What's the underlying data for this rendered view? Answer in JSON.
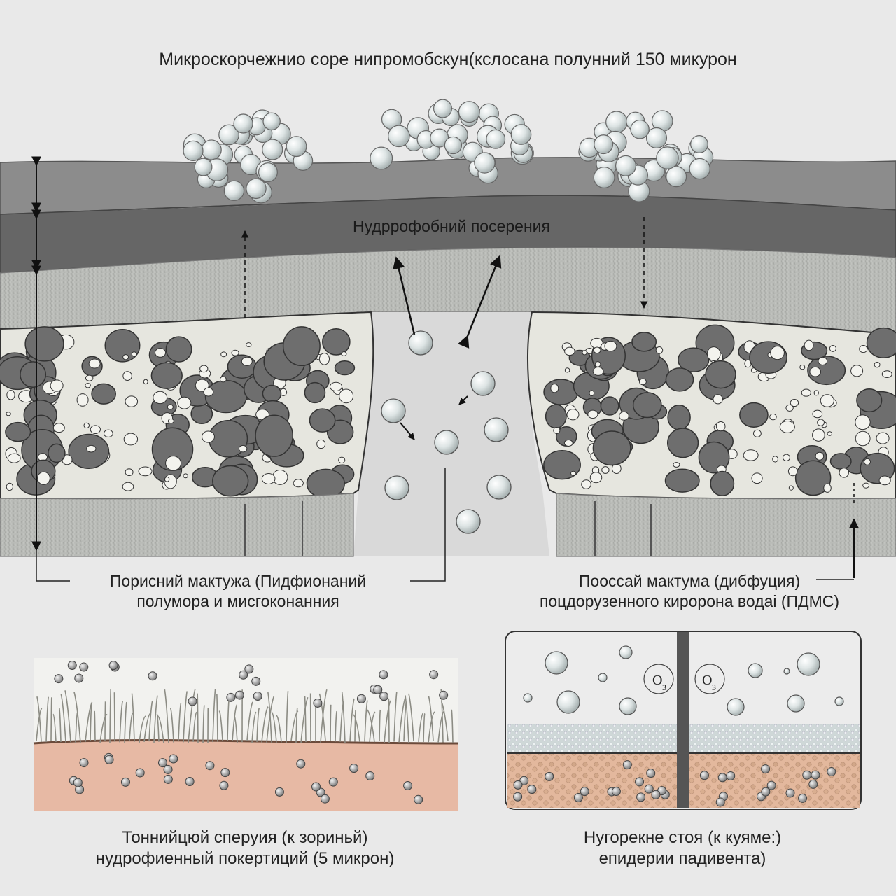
{
  "labels": {
    "title": "Микроскорчежнио соре нипромобскун(кслосана полунний 150 микурон",
    "hydrophobic_layer": "Нудррофобний посерения",
    "left_matrix_line1": "Порисний мактужа (Пидфионаний",
    "left_matrix_line2": "полумора и мисгоконанния",
    "right_matrix_line1": "Пооссай мактума (дибфуция)",
    "right_matrix_line2": "поцдорузенного киророна водаі (ПДМС)",
    "bottom_left_line1": "Тоннийцюй сперуия (к зориньй)",
    "bottom_left_line2": "нудрофиенный покертиций (5 микрон)",
    "bottom_right_line1": "Нугорекне стоя (к куяме:)",
    "bottom_right_line2": "епидерии падивента)",
    "ozone_left": "O",
    "ozone_right": "O",
    "ozone_sub": "3"
  },
  "colors": {
    "background": "#e9e9e9",
    "top_layer": "#8c8c8c",
    "dark_layer": "#666666",
    "fiber_layer": "#b9bbb7",
    "matrix": "#e6e6df",
    "pore": "#6e6e6e",
    "channel": "#d9d9d9",
    "skin": "#e7b9a4",
    "grass": "#9a9a90"
  }
}
